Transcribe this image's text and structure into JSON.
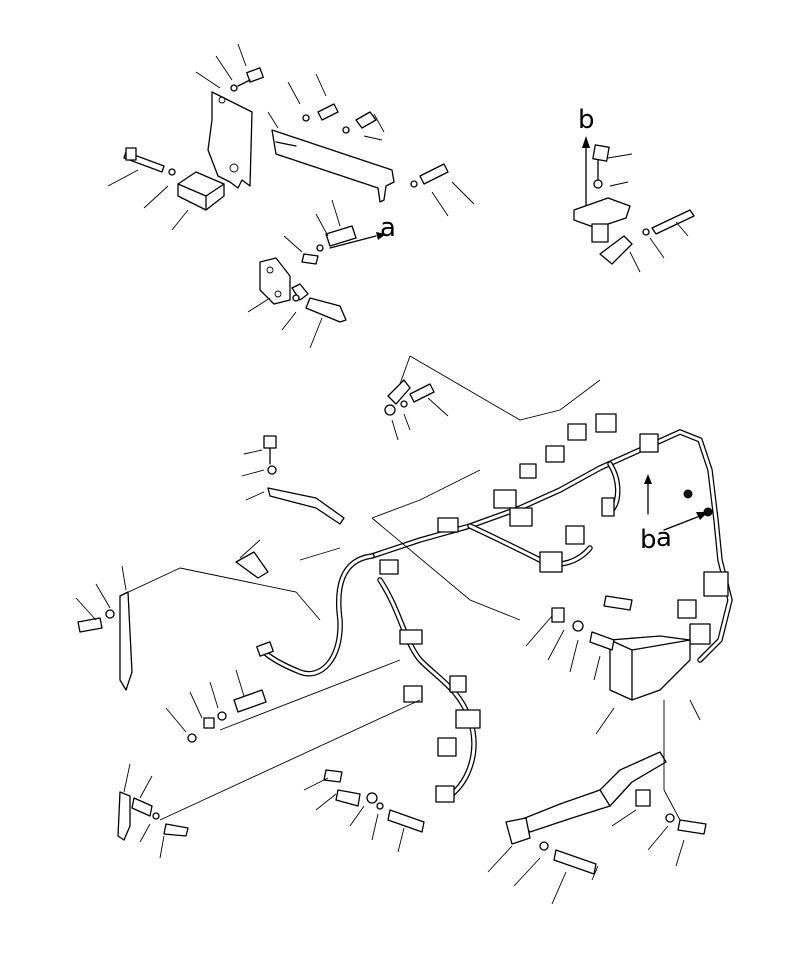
{
  "diagram": {
    "reference_labels": {
      "top_right_arrow": "b",
      "top_left_arrow": "a",
      "harness_b": "b",
      "harness_a": "a"
    },
    "colors": {
      "line": "#000000",
      "background": "#ffffff"
    }
  }
}
